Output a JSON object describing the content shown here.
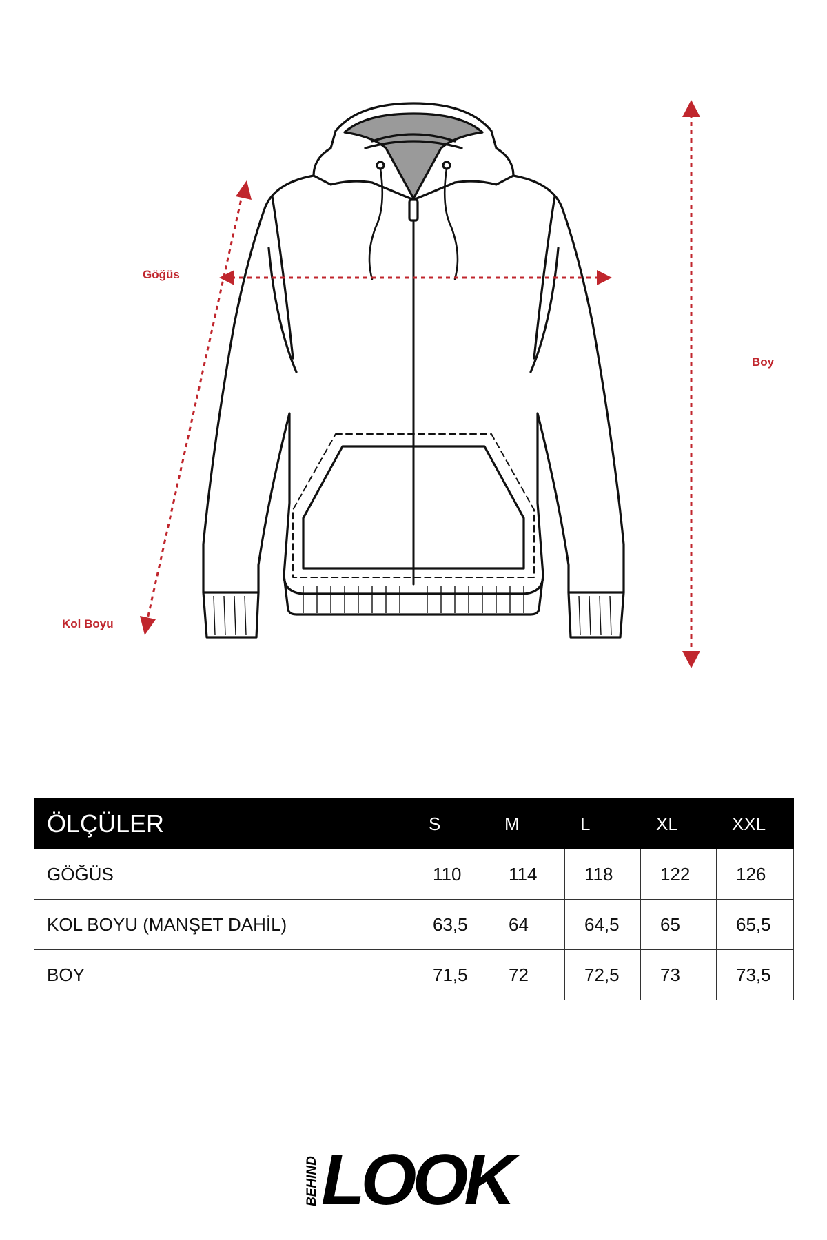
{
  "diagram": {
    "labels": {
      "chest": "Göğüs",
      "sleeve": "Kol Boyu",
      "length": "Boy"
    },
    "colors": {
      "measure": "#c0262d",
      "outline": "#111111",
      "hood_lining": "#9a9a9a"
    }
  },
  "table": {
    "header": {
      "title": "ÖLÇÜLER",
      "sizes": [
        "S",
        "M",
        "L",
        "XL",
        "XXL"
      ]
    },
    "rows": [
      {
        "label": "GÖĞÜS",
        "values": [
          "110",
          "114",
          "118",
          "122",
          "126"
        ]
      },
      {
        "label": "KOL BOYU (MANŞET DAHİL)",
        "values": [
          "63,5",
          "64",
          "64,5",
          "65",
          "65,5"
        ]
      },
      {
        "label": "BOY",
        "values": [
          "71,5",
          "72",
          "72,5",
          "73",
          "73,5"
        ]
      }
    ]
  },
  "brand": {
    "small": "BEHIND",
    "large": "LOOK"
  }
}
